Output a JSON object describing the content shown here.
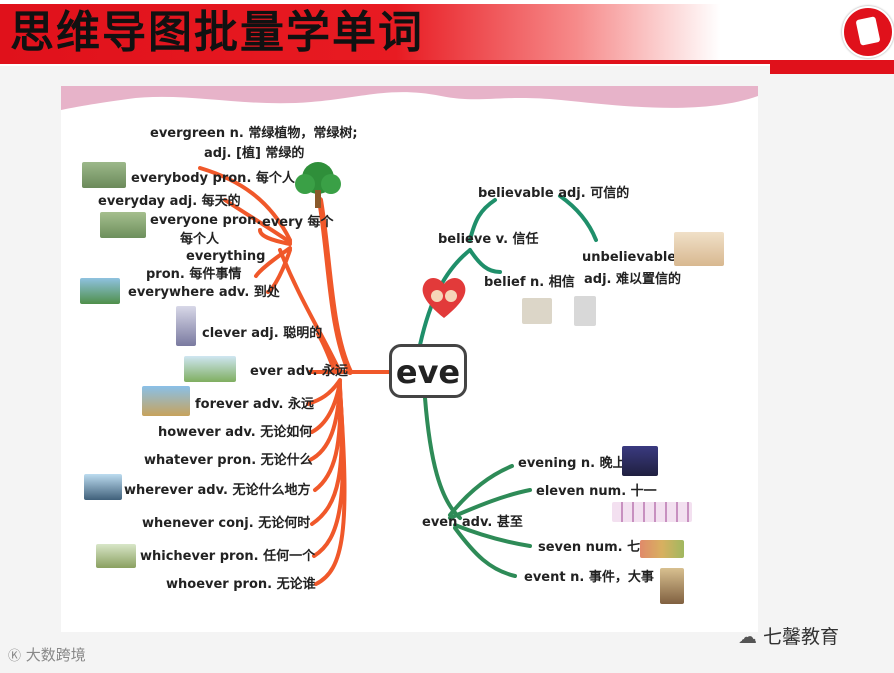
{
  "header": {
    "title": "思维导图批量学单词"
  },
  "center": {
    "word": "eve"
  },
  "left_branch": {
    "items": [
      "evergreen n. 常绿植物，常绿树;",
      "adj. [植] 常绿的",
      "everybody pron. 每个人",
      "everyday adj. 每天的",
      "everyone pron.",
      "every 每个",
      "每个人",
      "everything",
      "pron. 每件事情",
      "everywhere adv. 到处",
      "clever adj. 聪明的",
      "ever adv. 永远",
      "forever adv. 永远",
      "however adv. 无论如何",
      "whatever pron. 无论什么",
      "wherever adv. 无论什么地方",
      "whenever conj. 无论何时",
      "whichever pron. 任何一个",
      "whoever pron. 无论谁"
    ]
  },
  "top_right_branch": {
    "believe": "believe v. 信任",
    "believable": "believable adj. 可信的",
    "unbelievable_1": "unbelievable",
    "unbelievable_2": "adj. 难以置信的",
    "belief": "belief n. 相信"
  },
  "bottom_right_branch": {
    "even": "even  adv. 甚至",
    "evening": "evening n. 晚上",
    "eleven": "eleven num. 十一",
    "seven": "seven num. 七",
    "event": "event n. 事件，大事"
  },
  "footer": {
    "left_watermark": "大数跨境",
    "right_brand": "七馨教育"
  },
  "colors": {
    "banner_red": "#e0111b",
    "left_branch": "#f0582a",
    "right_branch": "#2e8b57",
    "top_right_branch": "#1f8f6a"
  }
}
